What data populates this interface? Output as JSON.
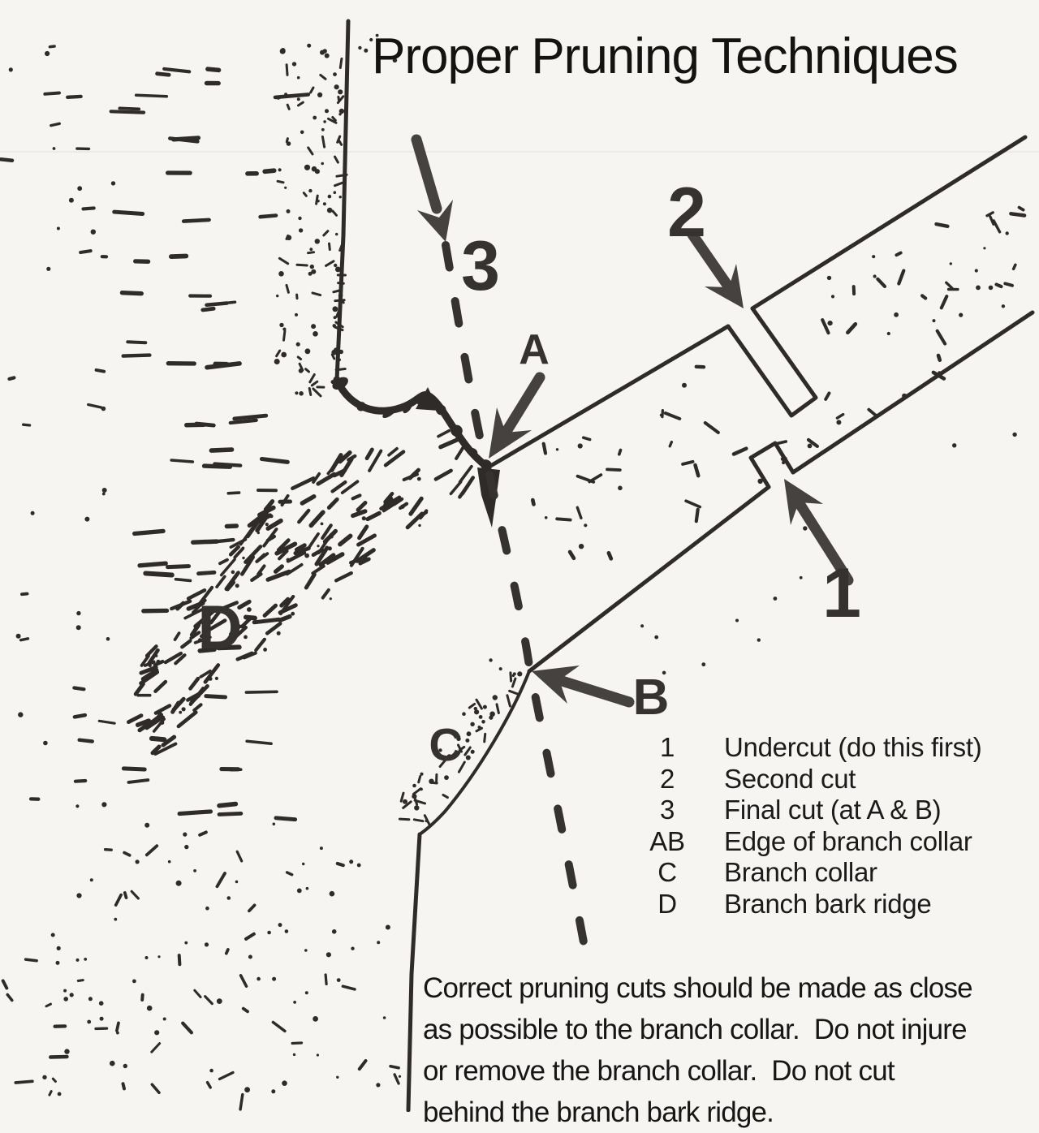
{
  "title": "Proper Pruning Techniques",
  "figure_labels": {
    "final_cut": "3",
    "second_cut": "2",
    "undercut": "1",
    "collar_edge_top": "A",
    "collar_edge_bottom": "B",
    "branch_collar": "C",
    "branch_bark_ridge": "D"
  },
  "legend": {
    "items": [
      {
        "key": "1",
        "label": "Undercut (do this first)"
      },
      {
        "key": "2",
        "label": "Second cut"
      },
      {
        "key": "3",
        "label": "Final cut (at A & B)"
      },
      {
        "key": "AB",
        "label": "Edge of branch collar"
      },
      {
        "key": "C",
        "label": "Branch collar"
      },
      {
        "key": "D",
        "label": "Branch bark ridge"
      }
    ]
  },
  "caption": {
    "lines": [
      "Correct pruning cuts should be made as close",
      "as possible to the branch collar.  Do not injure",
      "or remove the branch collar.  Do not cut",
      "behind the branch bark ridge."
    ]
  },
  "colors": {
    "ink": "#2e2b28",
    "annotation": "#454240",
    "paper": "#f6f5f2"
  }
}
